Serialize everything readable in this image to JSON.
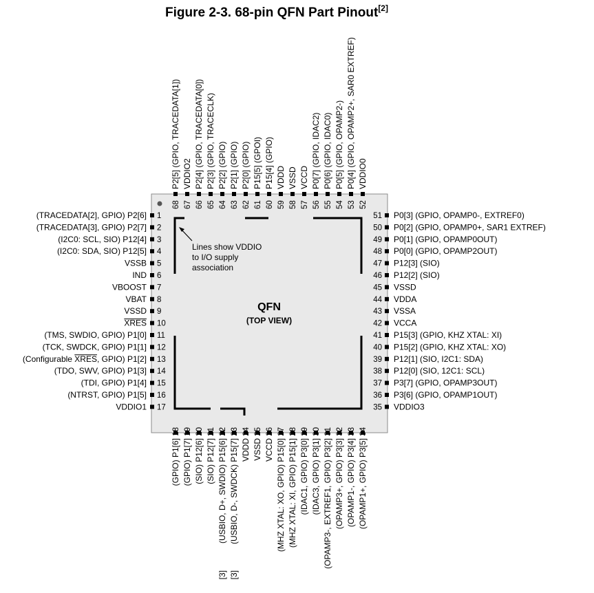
{
  "figure": {
    "title": "Figure 2-3. 68-pin QFN Part Pinout",
    "title_superscript": "[2]"
  },
  "chip": {
    "label": "QFN",
    "sublabel": "(TOP VIEW)",
    "annotation_lines": [
      "Lines show VDDIO",
      "to I/O supply",
      "association"
    ]
  },
  "pins": {
    "left": [
      {
        "num": "1",
        "label": "(TRACEDATA[2], GPIO) P2[6]"
      },
      {
        "num": "2",
        "label": "(TRACEDATA[3], GPIO) P2[7]"
      },
      {
        "num": "3",
        "label": "(I2C0: SCL, SIO) P12[4]"
      },
      {
        "num": "4",
        "label": "(I2C0: SDA, SIO) P12[5]"
      },
      {
        "num": "5",
        "label": "VSSB"
      },
      {
        "num": "6",
        "label": "IND"
      },
      {
        "num": "7",
        "label": "VBOOST"
      },
      {
        "num": "8",
        "label": "VBAT"
      },
      {
        "num": "9",
        "label": "VSSD"
      },
      {
        "num": "10",
        "label": "XRES",
        "overline": true
      },
      {
        "num": "11",
        "label": "(TMS, SWDIO, GPIO) P1[0]"
      },
      {
        "num": "12",
        "label": "(TCK, SWDCK, GPIO) P1[1]"
      },
      {
        "num": "13",
        "label": "(Configurable XRES, GPIO) P1[2]",
        "overline_word": "XRES"
      },
      {
        "num": "14",
        "label": "(TDO, SWV, GPIO) P1[3]"
      },
      {
        "num": "15",
        "label": "(TDI, GPIO) P1[4]"
      },
      {
        "num": "16",
        "label": "(NTRST, GPIO) P1[5]"
      },
      {
        "num": "17",
        "label": "VDDIO1"
      }
    ],
    "right": [
      {
        "num": "51",
        "label": "P0[3] (GPIO, OPAMP0-, EXTREF0)"
      },
      {
        "num": "50",
        "label": "P0[2] (GPIO, OPAMP0+, SAR1 EXTREF)"
      },
      {
        "num": "49",
        "label": "P0[1] (GPIO, OPAMP0OUT)"
      },
      {
        "num": "48",
        "label": "P0[0] (GPIO, OPAMP2OUT)"
      },
      {
        "num": "47",
        "label": "P12[3] (SIO)"
      },
      {
        "num": "46",
        "label": "P12[2] (SIO)"
      },
      {
        "num": "45",
        "label": "VSSD"
      },
      {
        "num": "44",
        "label": "VDDA"
      },
      {
        "num": "43",
        "label": "VSSA"
      },
      {
        "num": "42",
        "label": "VCCA"
      },
      {
        "num": "41",
        "label": "P15[3] (GPIO, KHZ XTAL: XI)"
      },
      {
        "num": "40",
        "label": "P15[2] (GPIO, KHZ XTAL: XO)"
      },
      {
        "num": "39",
        "label": "P12[1] (SIO, I2C1: SDA)"
      },
      {
        "num": "38",
        "label": "P12[0] (SIO, 12C1: SCL)"
      },
      {
        "num": "37",
        "label": "P3[7] (GPIO, OPAMP3OUT)"
      },
      {
        "num": "36",
        "label": "P3[6] (GPIO, OPAMP1OUT)"
      },
      {
        "num": "35",
        "label": "VDDIO3"
      }
    ],
    "top": [
      {
        "num": "68",
        "label": "P2[5] (GPIO, TRACEDATA[1])"
      },
      {
        "num": "67",
        "label": "VDDIO2"
      },
      {
        "num": "66",
        "label": "P2[4] (GPIO, TRACEDATA[0])"
      },
      {
        "num": "65",
        "label": "P2[3] (GPIO, TRACECLK)"
      },
      {
        "num": "64",
        "label": "P2[2] (GPIO)"
      },
      {
        "num": "63",
        "label": "P2[1] (GPIO)"
      },
      {
        "num": "62",
        "label": "P2[0] (GPIO)"
      },
      {
        "num": "61",
        "label": "P15[5] (GPOI)"
      },
      {
        "num": "60",
        "label": "P15[4] (GPIO)"
      },
      {
        "num": "59",
        "label": "VDDD"
      },
      {
        "num": "58",
        "label": "VSSD"
      },
      {
        "num": "57",
        "label": "VCCD"
      },
      {
        "num": "56",
        "label": "P0[7] (GPIO, IDAC2)"
      },
      {
        "num": "55",
        "label": "P0[6] (GPIO, IDAC0)"
      },
      {
        "num": "54",
        "label": "P0[5] (GPIO, OPAMP2-)"
      },
      {
        "num": "53",
        "label": "P0[4] (GPIO, OPAMP2+, SAR0 EXTREF)"
      },
      {
        "num": "52",
        "label": "VDDIO0"
      }
    ],
    "bottom": [
      {
        "num": "18",
        "label": "(GPIO) P1[6]"
      },
      {
        "num": "19",
        "label": "(GPIO) P1[7]"
      },
      {
        "num": "20",
        "label": "(SIO) P12[6]"
      },
      {
        "num": "21",
        "label": "(SIO) P12[7]"
      },
      {
        "num": "22",
        "label": "(USBIO, D+, SWDIO) P15[6]",
        "note": "[3]"
      },
      {
        "num": "23",
        "label": "(USBIO, D-, SWDCK) P15[7]",
        "note": "[3]"
      },
      {
        "num": "24",
        "label": "VDDD"
      },
      {
        "num": "25",
        "label": "VSSD"
      },
      {
        "num": "26",
        "label": "VCCD"
      },
      {
        "num": "27",
        "label": "(MHZ XTAL: XO, GPIO) P15[0]"
      },
      {
        "num": "28",
        "label": "(MHZ XTAL: XI, GPIO) P15[1]"
      },
      {
        "num": "29",
        "label": "(IDAC1, GPIO) P3[0]"
      },
      {
        "num": "30",
        "label": "(IDAC3, GPIO) P3[1]"
      },
      {
        "num": "31",
        "label": "(OPAMP3-, EXTREF1, GPIO) P3[2]"
      },
      {
        "num": "32",
        "label": "(OPAMP3+, GPIO) P3[3]"
      },
      {
        "num": "33",
        "label": "(OPAMP1-, GPIO) P3[4]"
      },
      {
        "num": "34",
        "label": "(OPAMP1+, GPIO) P3[5]"
      }
    ]
  },
  "colors": {
    "chip_fill": "#e9e9e9",
    "chip_border": "#8a8a8a",
    "ink": "#000000"
  }
}
